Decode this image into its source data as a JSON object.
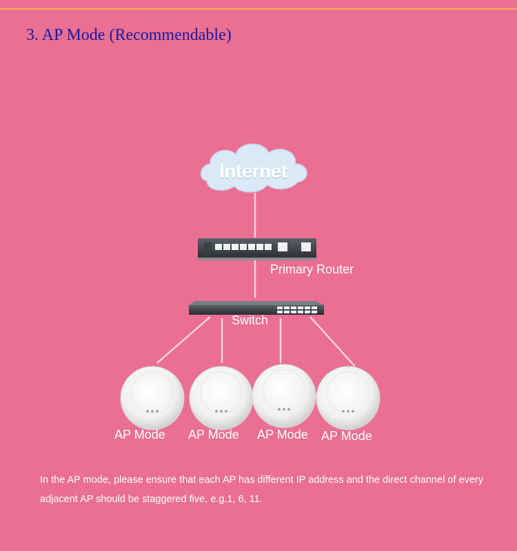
{
  "section_title": "3. AP Mode (Recommendable)",
  "internet_label": "Internet",
  "router_label": "Primary Router",
  "switch_label": "Switch",
  "ap_labels": [
    "AP Mode",
    "AP Mode",
    "AP Mode",
    "AP Mode"
  ],
  "note": "In the AP mode, please ensure that each AP has different IP address and the direct channel of every adjacent AP should be staggered five, e.g.1, 6, 11.",
  "colors": {
    "background": "#ea6f93",
    "title": "#1a1aa0",
    "top_line": "#f3b04a",
    "text": "#ffffff",
    "cloud": "#dbe9f7"
  },
  "icons": [
    "cloud-icon",
    "router-icon",
    "switch-icon",
    "access-point-icon"
  ]
}
